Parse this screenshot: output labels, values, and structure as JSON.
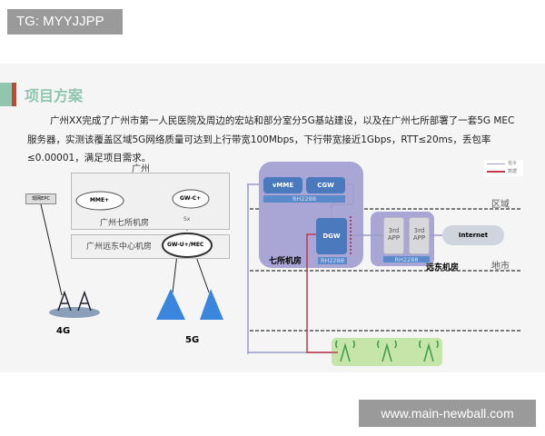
{
  "watermark_top": "TG: MYYJJPP",
  "watermark_bottom": "www.main-newball.com",
  "title": "项目方案",
  "paragraph": [
    "广州XX完成了广州市第一人民医院及周边的宏站和部分室分5G基站建设，以及在广州七所部署了一套5G MEC",
    "服务器，实测该覆盖区域5G网络质量可达到上行带宽100Mbps，下行带宽接近1Gbps，RTT≤20ms，丢包率",
    "≤0.00001，满足项目需求。"
  ],
  "left_diagram": {
    "region": "广州",
    "room1": "广州七所机房",
    "room2": "广州远东中心机房",
    "mme": "MME+",
    "gwc": "GW-C+",
    "sx": "Sx",
    "gwu": "GW-U+/MEC",
    "epc": "现网EPC",
    "label_4g": "4G",
    "label_5g": "5G"
  },
  "right_diagram": {
    "vmme": "vMME",
    "cgw": "CGW",
    "rh1": "RH2288",
    "dgw": "DGW",
    "rh2": "RH2288",
    "room1": "七所机房",
    "app1": "3rd APP",
    "app2": "3rd APP",
    "rh3": "RH2288",
    "room2": "远东机房",
    "internet": "Internet",
    "zone1": "区域",
    "zone2": "地市",
    "legend": [
      {
        "label": "信令",
        "color": "#9a9ac8"
      },
      {
        "label": "数据",
        "color": "#c0384a"
      }
    ]
  }
}
